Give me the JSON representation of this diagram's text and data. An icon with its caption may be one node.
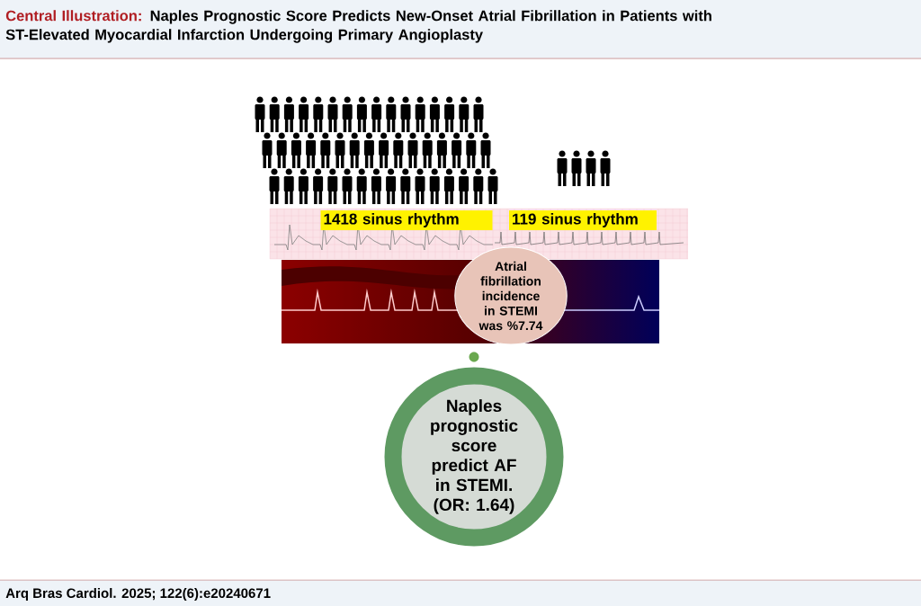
{
  "diagram": {
    "title": "Naples Prognostic Score Predicts New-Onset Atrial Fibrillation in Patients with ST-Elevated Myocardial Infarction Undergoing Primary Angioplasty",
    "nodes": [
      {
        "text": [
          "1418 sinus rhythm"
        ]
      },
      {
        "text": [
          "119 sinus rhythm"
        ]
      },
      {
        "text": [
          "Atrial fibrillation incidence in STEMI was %7.74"
        ]
      },
      {
        "text": [],
        "shape": "circle"
      },
      {
        "text": [
          "Naples prognostic score predict AF in STEMI. (OR: 1.64)"
        ]
      }
    ],
    "labels": [
      "Central Illustration:",
      "Arq Bras Cardiol. 2025; 122(6):e20240671"
    ]
  }
}
